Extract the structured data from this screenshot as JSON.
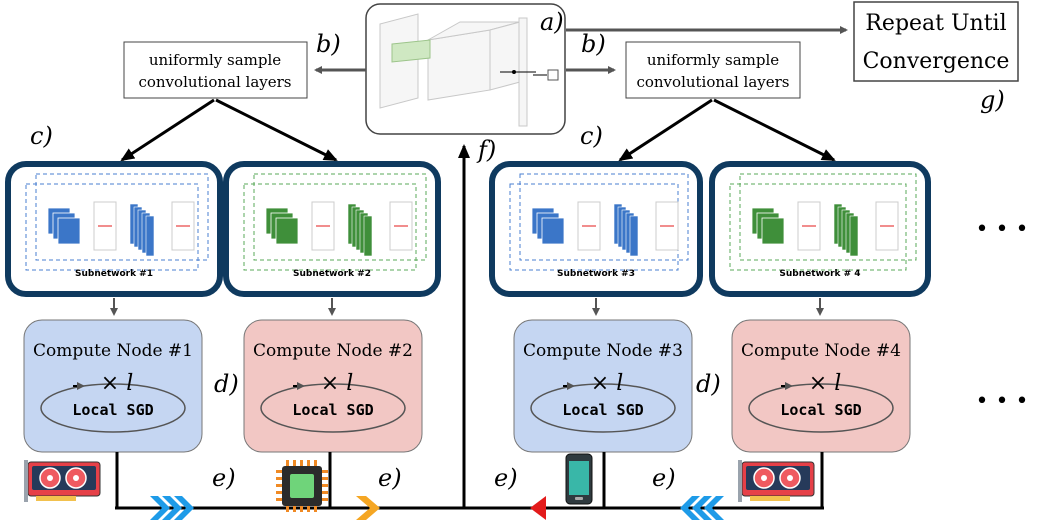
{
  "labels": {
    "a": "a)",
    "b": "b)",
    "c": "c)",
    "d": "d)",
    "e": "e)",
    "f": "f)",
    "g": "g)"
  },
  "sample_box": {
    "line1": "uniformly sample",
    "line2": "convolutional layers"
  },
  "repeat_box": {
    "line1": "Repeat Until",
    "line2": "Convergence"
  },
  "subnetworks": [
    {
      "label": "Subnetwork #1",
      "color": "#3b76c8",
      "dash_color": "#4a7fd0"
    },
    {
      "label": "Subnetwork #2",
      "color": "#3f8f3a",
      "dash_color": "#5aa95a"
    },
    {
      "label": "Subnetwork #3",
      "color": "#3b76c8",
      "dash_color": "#4a7fd0"
    },
    {
      "label": "Subnetwork # 4",
      "color": "#3f8f3a",
      "dash_color": "#5aa95a"
    }
  ],
  "compute_nodes": [
    {
      "title": "Compute Node #1",
      "fill": "#c5d6f2",
      "device": "gpu-icon"
    },
    {
      "title": "Compute Node #2",
      "fill": "#f2c7c4",
      "device": "chip-icon"
    },
    {
      "title": "Compute Node #3",
      "fill": "#c5d6f2",
      "device": "phone-icon"
    },
    {
      "title": "Compute Node #4",
      "fill": "#f2c7c4",
      "device": "gpu-icon"
    }
  ],
  "loop": {
    "times": "× l",
    "local_sgd": "Local SGD"
  },
  "ellipsis": "• • •",
  "colors": {
    "frame": "#0f3a5f",
    "arrow": "#555555",
    "blue_chevron": "#1e9be8",
    "orange_chevron": "#f5a623",
    "red_chevron": "#e31b1b"
  }
}
